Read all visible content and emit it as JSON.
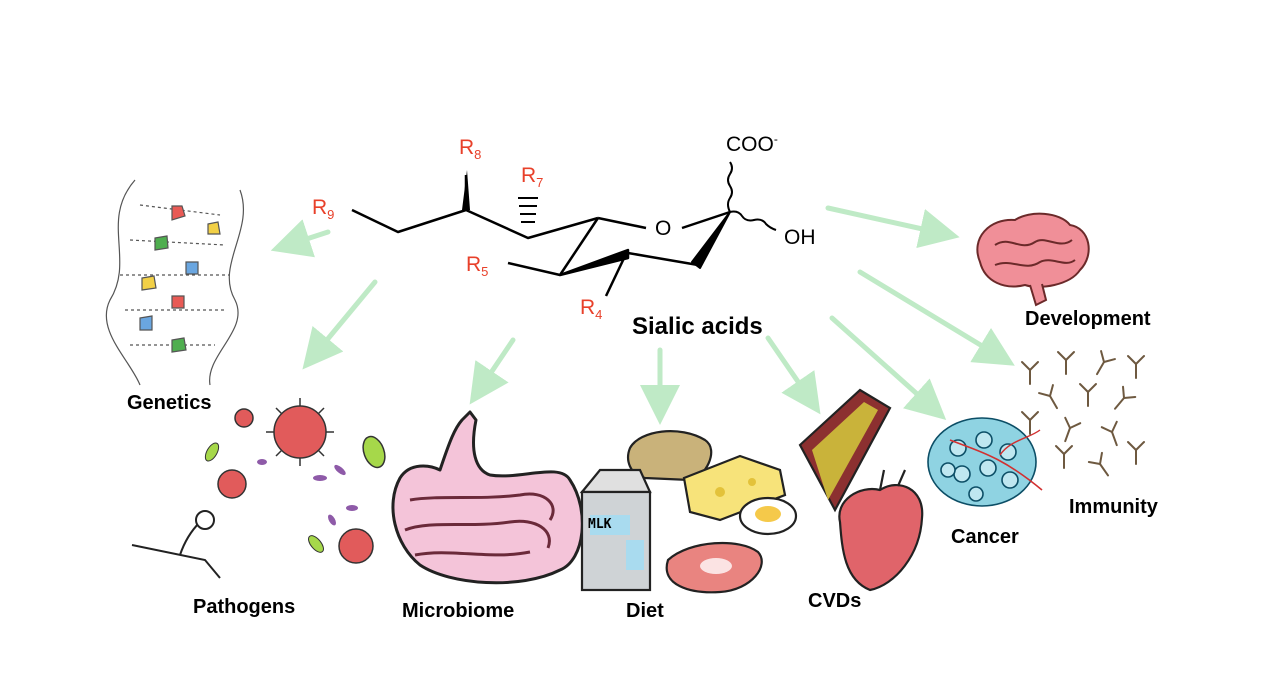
{
  "molecule": {
    "center_label": "Sialic acids",
    "groups": {
      "r9": {
        "letter": "R",
        "sub": "9"
      },
      "r8": {
        "letter": "R",
        "sub": "8"
      },
      "r7": {
        "letter": "R",
        "sub": "7"
      },
      "r5": {
        "letter": "R",
        "sub": "5"
      },
      "r4": {
        "letter": "R",
        "sub": "4"
      }
    },
    "carboxylate": {
      "text": "COO",
      "charge": "-"
    },
    "hydroxyl": "OH",
    "ring_oxygen": "O"
  },
  "labels": {
    "genetics": "Genetics",
    "pathogens": "Pathogens",
    "microbiome": "Microbiome",
    "diet": "Diet",
    "cvds": "CVDs",
    "cancer": "Cancer",
    "immunity": "Immunity",
    "development": "Development"
  },
  "milk_carton_text": "MLK",
  "colors": {
    "arrow": "#bfeac6",
    "r_group": "#e8402a",
    "gut": "#f4c4d9",
    "heart": "#e0646a",
    "brain": "#f08f98",
    "tumor": "#8fd3e2",
    "antibody": "#a98e6c"
  }
}
